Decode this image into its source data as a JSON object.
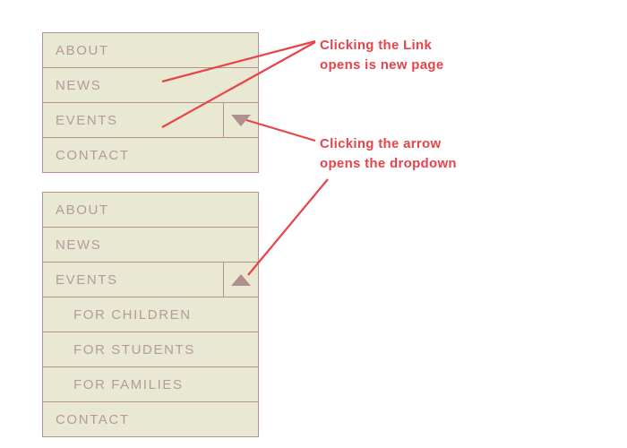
{
  "page": {
    "background_color": "#ffffff",
    "menu_bg_color": "#e8e8d3",
    "menu_border_color": "#b3918f",
    "menu_text_color": "#b59a9a",
    "arrow_color": "#b08f90",
    "annotation_color": "#e8434b"
  },
  "menus": [
    {
      "id": "collapsed",
      "state": "dropdown-closed",
      "items": [
        {
          "label": "ABOUT",
          "level": "top",
          "arrow": null
        },
        {
          "label": "NEWS",
          "level": "top",
          "arrow": null
        },
        {
          "label": "EVENTS",
          "level": "top",
          "arrow": "chevron-down"
        },
        {
          "label": "CONTACT",
          "level": "top",
          "arrow": null
        }
      ]
    },
    {
      "id": "expanded",
      "state": "dropdown-open",
      "items": [
        {
          "label": "ABOUT",
          "level": "top",
          "arrow": null
        },
        {
          "label": "NEWS",
          "level": "top",
          "arrow": null
        },
        {
          "label": "EVENTS",
          "level": "top",
          "arrow": "chevron-up"
        },
        {
          "label": "FOR CHILDREN",
          "level": "sub",
          "arrow": null
        },
        {
          "label": "FOR STUDENTS",
          "level": "sub",
          "arrow": null
        },
        {
          "label": "FOR FAMILIES",
          "level": "sub",
          "arrow": null
        },
        {
          "label": "CONTACT",
          "level": "top",
          "arrow": null
        }
      ]
    }
  ],
  "annotations": {
    "link_note": {
      "line1": "Clicking the Link",
      "line2": "opens is new page"
    },
    "arrow_note": {
      "line1": "Clicking the arrow",
      "line2": "opens the dropdown"
    }
  }
}
